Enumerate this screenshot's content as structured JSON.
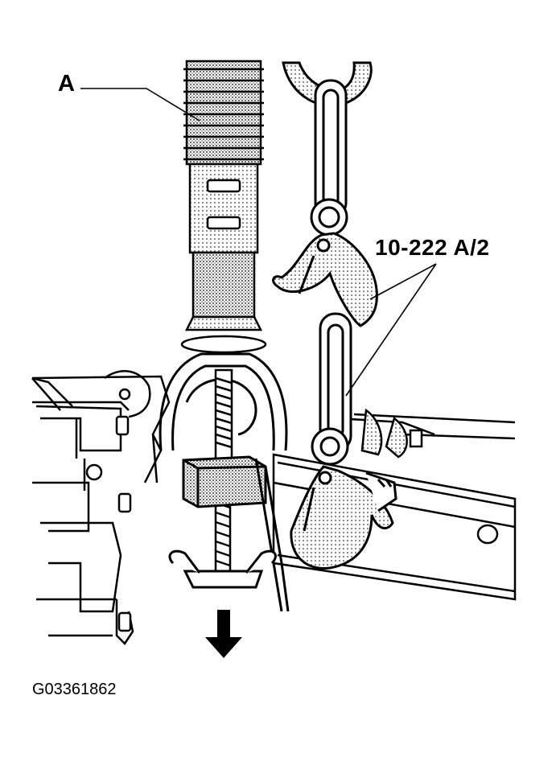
{
  "callouts": {
    "a": "A",
    "tool": "10-222 A/2"
  },
  "figure_code": "G03361862",
  "colors": {
    "ink": "#000000",
    "paper": "#ffffff",
    "shade": "#7a7a7a"
  }
}
